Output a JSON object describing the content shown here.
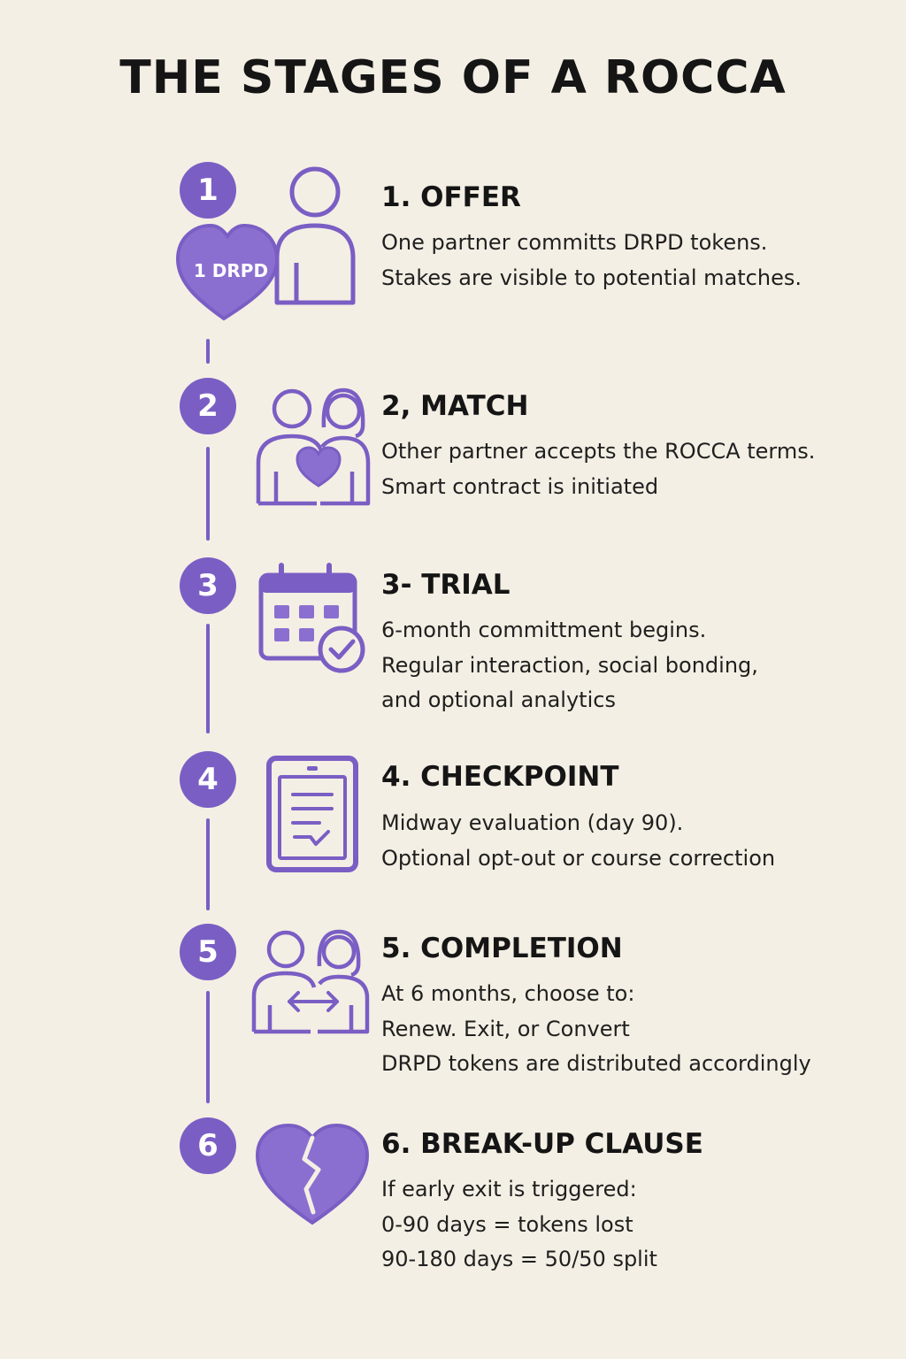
{
  "title": "THE STAGES OF A ROCCA",
  "colors": {
    "accent": "#7a5ec4",
    "accent_fill": "#8b6fd0",
    "background": "#f4efe4",
    "text": "#151515"
  },
  "steps": [
    {
      "number": "1",
      "title": "1. OFFER",
      "icon": "heart-person-icon",
      "icon_label": "1 DRPD",
      "lines": [
        "One partner committs DRPD tokens.",
        "Stakes are visible to potential matches."
      ]
    },
    {
      "number": "2",
      "title": "2, MATCH",
      "icon": "couple-heart-icon",
      "lines": [
        "Other partner accepts the ROCCA terms.",
        "Smart contract is initiated"
      ]
    },
    {
      "number": "3",
      "title": "3- TRIAL",
      "icon": "calendar-check-icon",
      "lines": [
        "6-month committment begins.",
        "Regular interaction, social bonding,",
        "and optional analytics"
      ]
    },
    {
      "number": "4",
      "title": "4. CHECKPOINT",
      "icon": "tablet-checklist-icon",
      "lines": [
        "Midway evaluation (day 90).",
        "Optional opt-out or course correction"
      ]
    },
    {
      "number": "5",
      "title": "5. COMPLETION",
      "icon": "couple-exchange-icon",
      "lines": [
        "At 6 months, choose to:",
        "Renew. Exit, or Convert",
        "DRPD tokens are distributed accordingly"
      ]
    },
    {
      "number": "6",
      "title": "6. BREAK-UP CLAUSE",
      "icon": "broken-heart-icon",
      "lines": [
        "If early exit is triggered:",
        "0-90 days = tokens lost",
        "90-180 days = 50/50 split"
      ]
    }
  ]
}
